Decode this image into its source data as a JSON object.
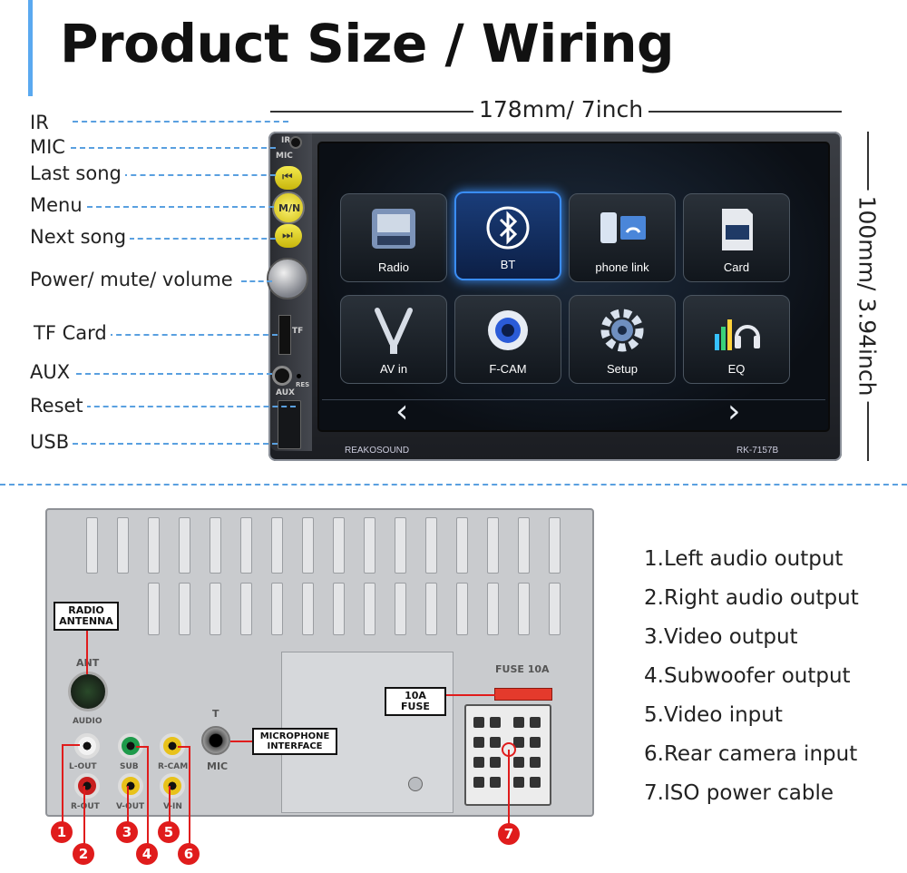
{
  "title": "Product Size / Wiring",
  "dimensions": {
    "width": "178mm/ 7inch",
    "height": "100mm/ 3.94inch"
  },
  "callouts": [
    "IR",
    "MIC",
    "Last song",
    "Menu",
    "Next song",
    "Power/ mute/ volume",
    "TF Card",
    "AUX",
    "Reset",
    "USB"
  ],
  "screen": {
    "tiles": [
      "Radio",
      "BT",
      "phone link",
      "Card",
      "AV in",
      "F-CAM",
      "Setup",
      "EQ"
    ],
    "prev_glyph": "‹",
    "next_glyph": "›",
    "brand": "REAKOSOUND",
    "model": "RK-7157B"
  },
  "panel_marks": {
    "ir": "IR",
    "mic": "MIC",
    "menu_button": "M/N",
    "tf": "TF",
    "aux": "AUX",
    "rst": "RES"
  },
  "back": {
    "tags": {
      "antenna": "RADIO\nANTENNA",
      "fuse": "10A FUSE",
      "mic": "MICROPHONE\nINTERFACE"
    },
    "prints": {
      "ant": "ANT",
      "fuse": "FUSE 10A",
      "audio": "AUDIO",
      "lout": "L-OUT",
      "rout": "R-OUT",
      "sub": "SUB",
      "vout": "V-OUT",
      "rcam": "R-CAM",
      "vin": "V-IN",
      "mic": "MIC",
      "t": "T"
    },
    "numbers": [
      "1",
      "2",
      "3",
      "4",
      "5",
      "6",
      "7"
    ]
  },
  "legend": [
    "1.Left audio output",
    "2.Right audio output",
    "3.Video output",
    "4.Subwoofer output",
    "5.Video input",
    "6.Rear camera input",
    "7.ISO power cable"
  ],
  "colors": {
    "accent": "#5aa9f0",
    "leader": "#5aa0e0",
    "marker_red": "#e01c1c",
    "bt_glow": "#3a8df5",
    "rca_white": "#f2f2f2",
    "rca_red": "#c81e1e",
    "rca_green": "#1e9a4a",
    "rca_yellow": "#e8c21a"
  }
}
